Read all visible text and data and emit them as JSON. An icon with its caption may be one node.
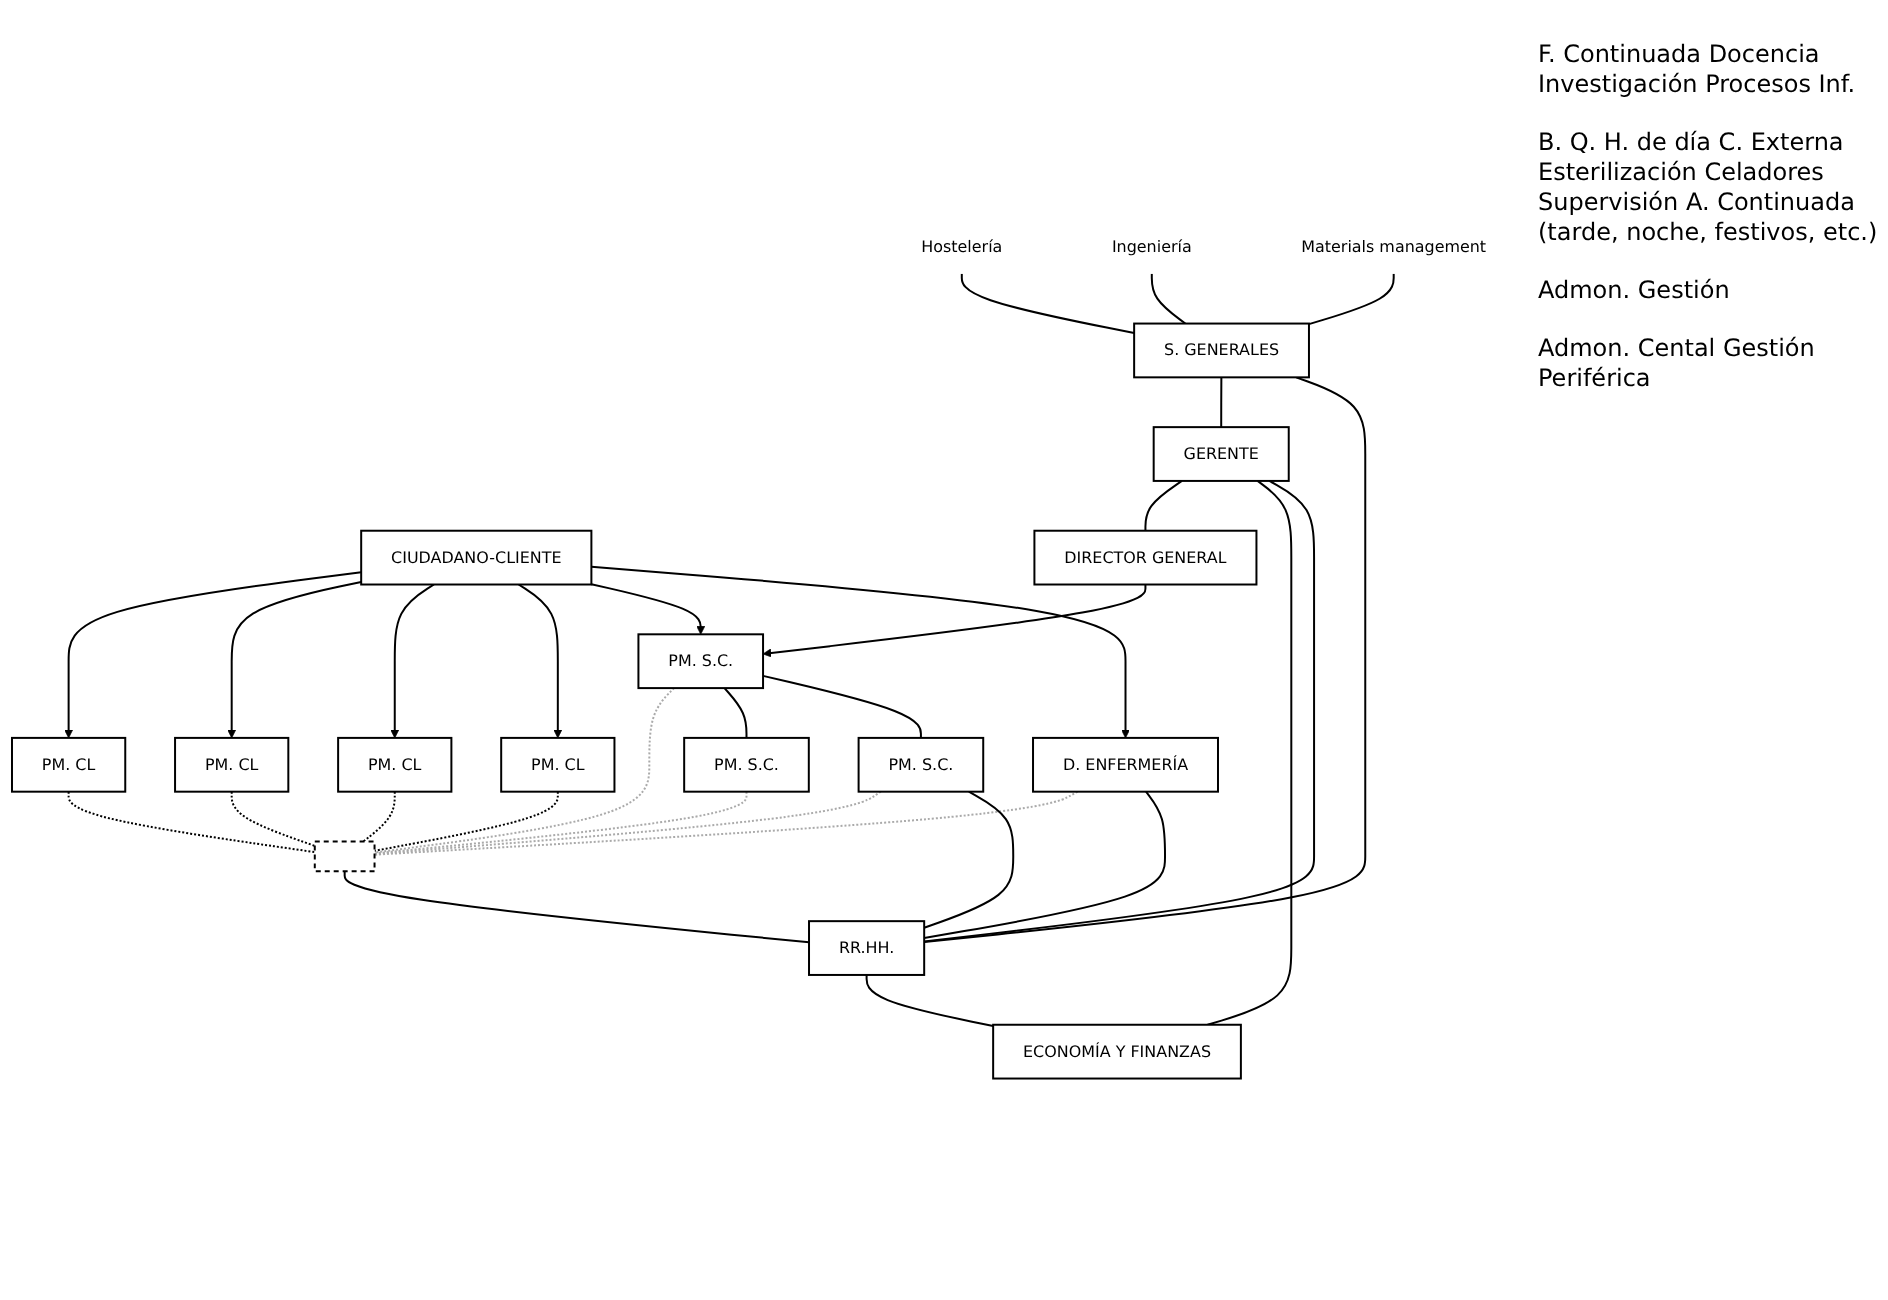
{
  "diagram": {
    "nodes": [
      {
        "text": [
          "CIUDADANO-CLIENTE"
        ]
      },
      {
        "text": [
          "PM. CL"
        ]
      },
      {
        "text": [
          "PM. CL"
        ]
      },
      {
        "text": [
          "PM. CL"
        ]
      },
      {
        "text": [
          "PM. CL"
        ]
      },
      {
        "text": [
          "PM. S.C."
        ]
      },
      {
        "text": [
          "PM. S.C."
        ]
      },
      {
        "text": [
          "PM. S.C."
        ]
      },
      {
        "text": [
          "D. ENFERMERÍA"
        ]
      },
      {
        "text": [
          "S. GENERALES"
        ]
      },
      {
        "text": [
          "RR.HH."
        ]
      },
      {
        "text": [
          "ECONOMÍA Y FINANZAS"
        ]
      },
      {
        "text": [
          "GERENTE"
        ]
      },
      {
        "text": [
          "DIRECTOR GENERAL"
        ]
      },
      {
        "text": [
          "Hostelería"
        ]
      },
      {
        "text": [
          "Ingeniería"
        ]
      },
      {
        "text": [
          "Materials management"
        ]
      },
      {
        "text": [],
        "shape": "box"
      }
    ],
    "edges": [
      {
        "from": 0,
        "to": 1,
        "arrow": "to"
      },
      {
        "from": 0,
        "to": 2,
        "arrow": "to"
      },
      {
        "from": 0,
        "to": 3,
        "arrow": "to"
      },
      {
        "from": 0,
        "to": 4,
        "arrow": "to"
      },
      {
        "from": 0,
        "to": 6,
        "arrow": "to"
      },
      {
        "from": 0,
        "to": 8,
        "arrow": "to"
      },
      {
        "from": 1,
        "to": 17,
        "arrow": "none",
        "style": "dashed"
      },
      {
        "from": 2,
        "to": 17,
        "arrow": "none",
        "style": "dashed"
      },
      {
        "from": 3,
        "to": 17,
        "arrow": "none",
        "style": "dashed"
      },
      {
        "from": 4,
        "to": 17,
        "arrow": "none",
        "style": "dashed"
      },
      {
        "from": 5,
        "to": 17,
        "arrow": "none",
        "style": "dashed",
        "color": "#aaaaaa"
      },
      {
        "from": 6,
        "to": 17,
        "arrow": "none",
        "style": "dashed",
        "color": "#aaaaaa"
      },
      {
        "from": 7,
        "to": 17,
        "arrow": "none",
        "style": "dashed",
        "color": "#aaaaaa"
      },
      {
        "from": 8,
        "to": 17,
        "arrow": "none",
        "style": "dashed",
        "color": "#aaaaaa"
      },
      {
        "from": 6,
        "to": 5,
        "arrow": "none"
      },
      {
        "from": 6,
        "to": 7,
        "arrow": "none"
      },
      {
        "from": 7,
        "to": 10,
        "arrow": "none"
      },
      {
        "from": 17,
        "to": 10,
        "arrow": "none"
      },
      {
        "from": 8,
        "to": 10,
        "arrow": "none"
      },
      {
        "from": 10,
        "to": 9,
        "arrow": "none"
      },
      {
        "from": 10,
        "to": 11,
        "arrow": "none"
      },
      {
        "from": 14,
        "to": 9,
        "arrow": "none"
      },
      {
        "from": 15,
        "to": 9,
        "arrow": "none"
      },
      {
        "from": 16,
        "to": 9,
        "arrow": "none"
      },
      {
        "from": 9,
        "to": 12,
        "arrow": "none"
      },
      {
        "from": 10,
        "to": 12,
        "arrow": "none"
      },
      {
        "from": 11,
        "to": 12,
        "arrow": "none"
      },
      {
        "from": 12,
        "to": 13,
        "arrow": "none"
      },
      {
        "from": 13,
        "to": 6,
        "arrow": "to"
      }
    ],
    "labels": [
      "F. Continuada Docencia Investigación Procesos Inf.",
      "B. Q. H. de día C. Externa Esterilización Celadores Supervisión A. Continuada (tarde, noche, festivos, etc.)",
      "Admon. Gestión",
      "Admon. Cental Gestión Periférica"
    ]
  }
}
